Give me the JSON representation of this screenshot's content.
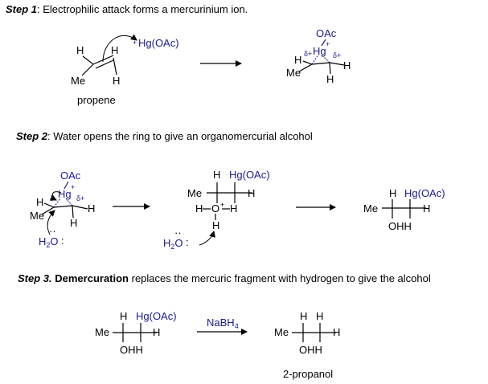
{
  "steps": [
    {
      "label": "Step 1",
      "sep": ": ",
      "text": "Electrophilic attack forms a mercurinium ion."
    },
    {
      "label": "Step 2",
      "sep": ": ",
      "text": "Water opens the ring to give an organomercurial alcohol"
    },
    {
      "label": "Step 3.",
      "sep": " ",
      "bold_word": "Demercuration",
      "text": " replaces the mercuric fragment with hydrogen to give the alcohol"
    }
  ],
  "atoms": {
    "H": "H",
    "Me": "Me",
    "OAc": "OAc",
    "Hg": "Hg",
    "HgOAc": "Hg(OAc)",
    "plus": "+",
    "delta_plus": "δ+",
    "delta": "δ",
    "O": "O",
    "OHH": "OHH",
    "H2O_pre": "H",
    "H2O_sub": "2",
    "H2O_post": "O",
    "colon": ":",
    "NaBH": "NaBH",
    "NaBH_sub": "4"
  },
  "labels": {
    "propene": "propene",
    "product": "2-propanol"
  },
  "colors": {
    "text": "#000000",
    "reagent_blue": "#1a1a8c"
  }
}
